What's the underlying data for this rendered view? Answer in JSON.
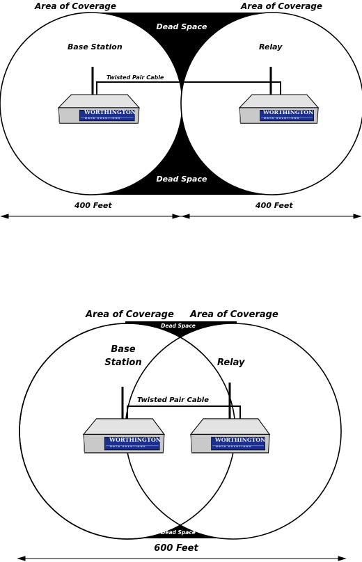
{
  "colors": {
    "ink": "#000000",
    "device_body": "#c9c9c9",
    "device_top": "#e3e3e3",
    "device_side": "#9d9d9d",
    "device_panel": "#1c2f8c",
    "paper": "#ffffff"
  },
  "top": {
    "coverage_left": "Area of Coverage",
    "coverage_right": "Area of Coverage",
    "dead_space_top": "Dead Space",
    "dead_space_bottom": "Dead Space",
    "base_station": "Base Station",
    "relay": "Relay",
    "cable": "Twisted Pair Cable",
    "distance_left": "400 Feet",
    "distance_right": "400 Feet"
  },
  "bottom": {
    "coverage_left": "Area of Coverage",
    "coverage_right": "Area of Coverage",
    "dead_space_top": "Dead Space",
    "dead_space_bottom": "Dead Space",
    "base_station_line1": "Base",
    "base_station_line2": "Station",
    "relay": "Relay",
    "cable": "Twisted Pair Cable",
    "distance": "600 Feet"
  },
  "device": {
    "brand": "WORTHINGTON",
    "sub": "DATA SOLUTIONS"
  }
}
